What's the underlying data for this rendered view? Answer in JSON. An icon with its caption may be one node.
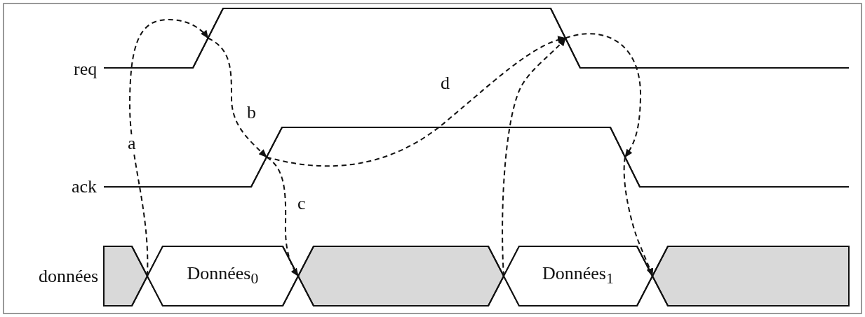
{
  "diagram": {
    "nodes": [
      {
        "text": [],
        "shape": "line"
      },
      {
        "text": [],
        "shape": "line"
      },
      {
        "text": [],
        "shape": "line"
      },
      {
        "text": [],
        "shape": "line"
      },
      {
        "text": [],
        "shape": "cross"
      },
      {
        "text": [
          "Données$_{0}$"
        ]
      },
      {
        "text": [],
        "shape": "cross"
      },
      {
        "text": [],
        "shape": "cross"
      },
      {
        "text": [
          "Données$_{1}$"
        ]
      },
      {
        "text": [],
        "shape": "cross"
      }
    ],
    "edges": [
      {
        "from": 4,
        "to": 0,
        "arrow": "to",
        "label": "a",
        "style": "dashed"
      },
      {
        "from": 0,
        "to": 2,
        "arrow": "to",
        "label": "b",
        "style": "dashed"
      },
      {
        "from": 2,
        "to": 6,
        "arrow": "to",
        "label": "c",
        "style": "dashed"
      },
      {
        "from": 2,
        "to": 1,
        "arrow": "to",
        "label": "d",
        "style": "dashed"
      },
      {
        "from": 7,
        "to": 1,
        "arrow": "to",
        "style": "dashed"
      },
      {
        "from": 1,
        "to": 3,
        "arrow": "to",
        "style": "dashed"
      },
      {
        "from": 3,
        "to": 9,
        "arrow": "to",
        "style": "dashed"
      }
    ],
    "labels": [
      "req",
      "ack",
      "données"
    ]
  }
}
